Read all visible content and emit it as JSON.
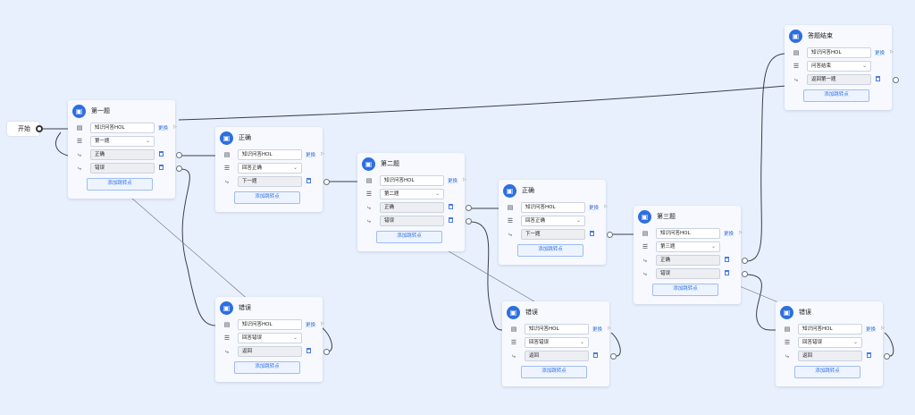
{
  "start": {
    "label": "开始"
  },
  "labels": {
    "change": "更换",
    "add_jump": "添加跳转点"
  },
  "nodes": {
    "n1": {
      "title": "第一题",
      "knowledge": "知识问答HOL",
      "select": "第一题",
      "branches": [
        "正确",
        "错误"
      ]
    },
    "n2": {
      "title": "正确",
      "knowledge": "知识问答HOL",
      "select": "回答正确",
      "branches": [
        "下一题"
      ]
    },
    "n3": {
      "title": "错误",
      "knowledge": "知识问答HOL",
      "select": "回答错误",
      "branches": [
        "返回"
      ]
    },
    "n4": {
      "title": "第二题",
      "knowledge": "知识问答HOL",
      "select": "第二题",
      "branches": [
        "正确",
        "错误"
      ]
    },
    "n5": {
      "title": "正确",
      "knowledge": "知识问答HOL",
      "select": "回答正确",
      "branches": [
        "下一题"
      ]
    },
    "n6": {
      "title": "错误",
      "knowledge": "知识问答HOL",
      "select": "回答错误",
      "branches": [
        "返回"
      ]
    },
    "n7": {
      "title": "第三题",
      "knowledge": "知识问答HOL",
      "select": "第三题",
      "branches": [
        "正确",
        "错误"
      ]
    },
    "n8": {
      "title": "答题结束",
      "knowledge": "知识问答HOL",
      "select": "问答结束",
      "branches": [
        "返回第一题"
      ]
    },
    "n9": {
      "title": "错误",
      "knowledge": "知识问答HOL",
      "select": "回答错误",
      "branches": [
        "返回"
      ]
    }
  }
}
